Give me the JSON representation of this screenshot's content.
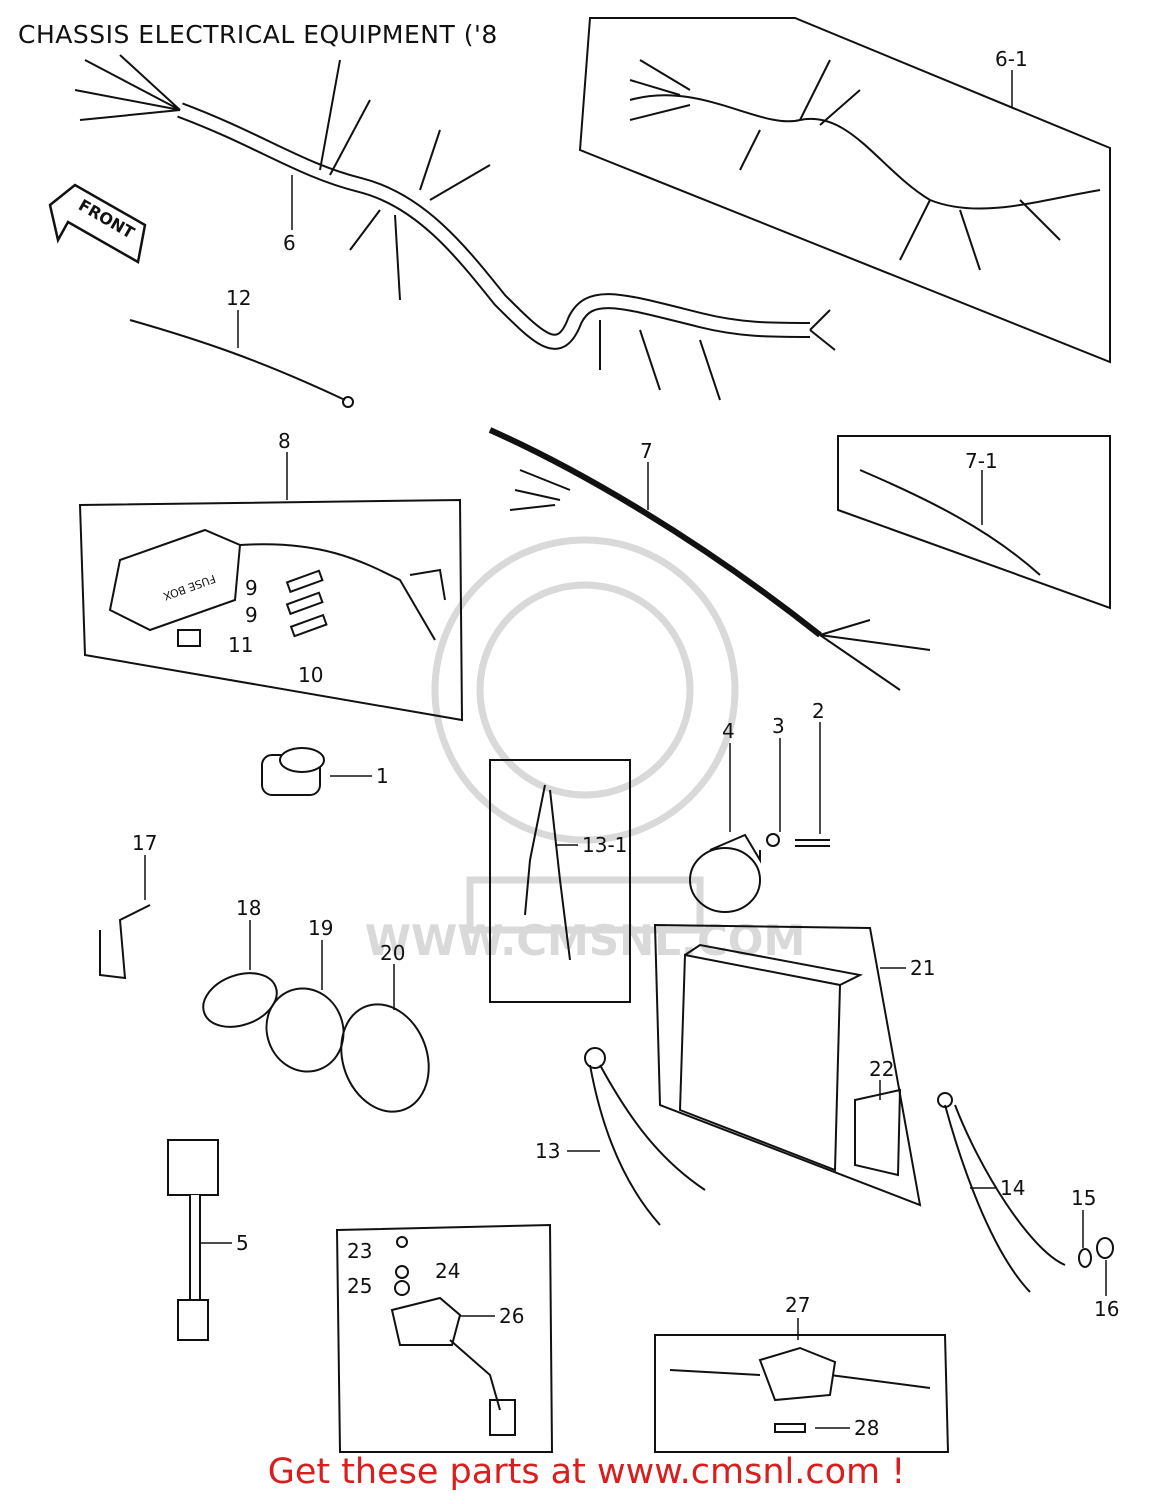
{
  "header": {
    "title": "CHASSIS ELECTRICAL EQUIPMENT ('8"
  },
  "front_sign": "FRONT",
  "fuse_box_text": "FUSE BOX",
  "watermark": "WWW.CMSNL.COM",
  "footer": {
    "link_text": "Get these parts at www.cmsnl.com !"
  },
  "part_labels": [
    "6-1",
    "6",
    "12",
    "8",
    "7",
    "7-1",
    "9",
    "9",
    "11",
    "10",
    "1",
    "4",
    "3",
    "2",
    "13-1",
    "17",
    "18",
    "19",
    "20",
    "21",
    "22",
    "13",
    "14",
    "15",
    "16",
    "5",
    "23",
    "24",
    "25",
    "26",
    "27",
    "28"
  ],
  "colors": {
    "footer_text": "#d81e1e",
    "line_art": "#111111",
    "watermark": "#d9d9d9"
  }
}
